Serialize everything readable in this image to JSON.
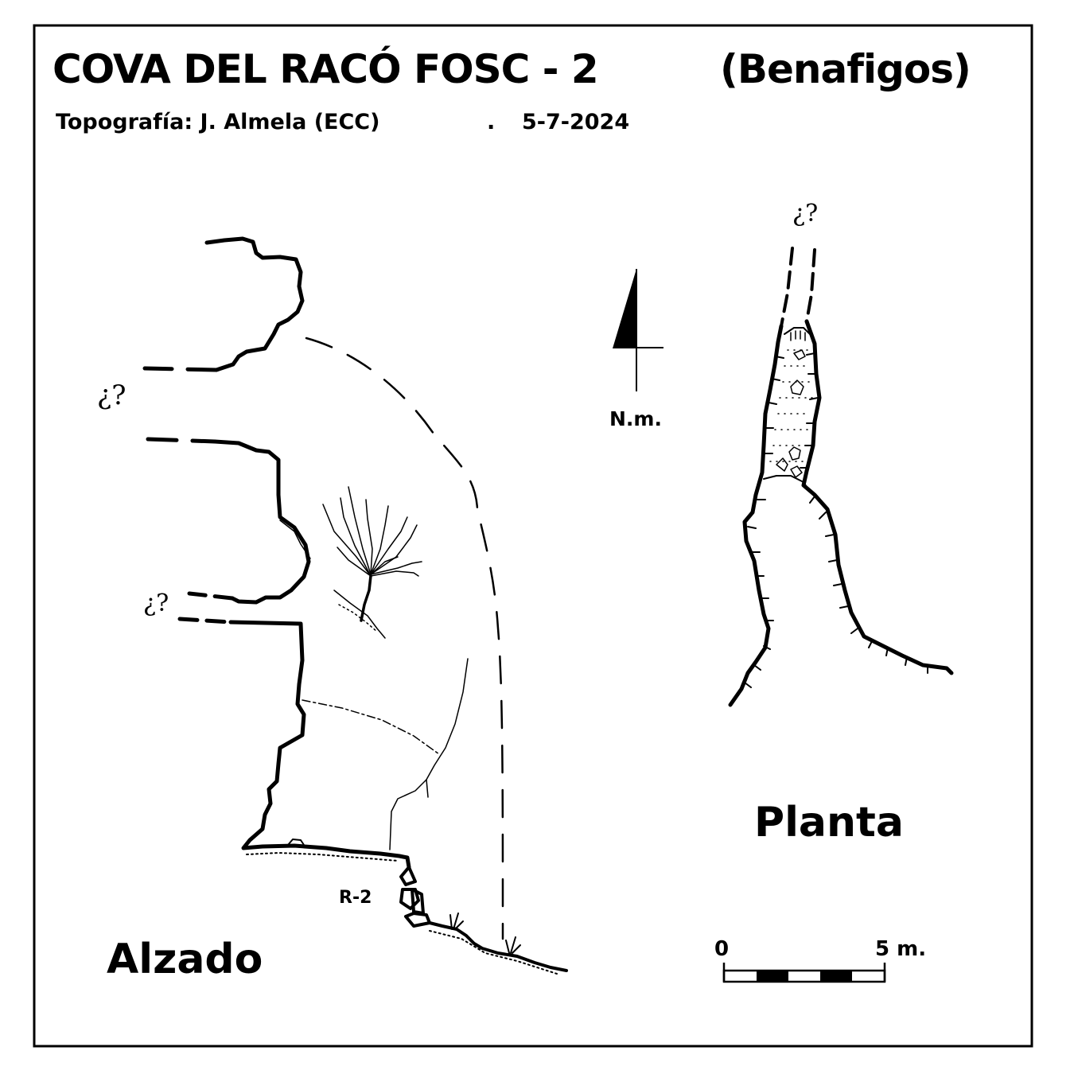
{
  "header": {
    "title": "COVA DEL RACÓ FOSC - 2",
    "subtitle": "(Benafigos)",
    "survey": "Topografía:  J. Almela  (ECC)",
    "separator": ".",
    "date": "5-7-2024"
  },
  "north_arrow": {
    "label": "N.m."
  },
  "views": {
    "plan_label": "Planta",
    "elevation_label": "Alzado"
  },
  "annotations": {
    "unknown_mark": "¿?",
    "pitch_label": "R-2"
  },
  "scale_bar": {
    "start_label": "0",
    "end_label": "5 m.",
    "length_m": 5,
    "segments": 5
  },
  "colors": {
    "ink": "#000000",
    "paper": "#ffffff"
  }
}
